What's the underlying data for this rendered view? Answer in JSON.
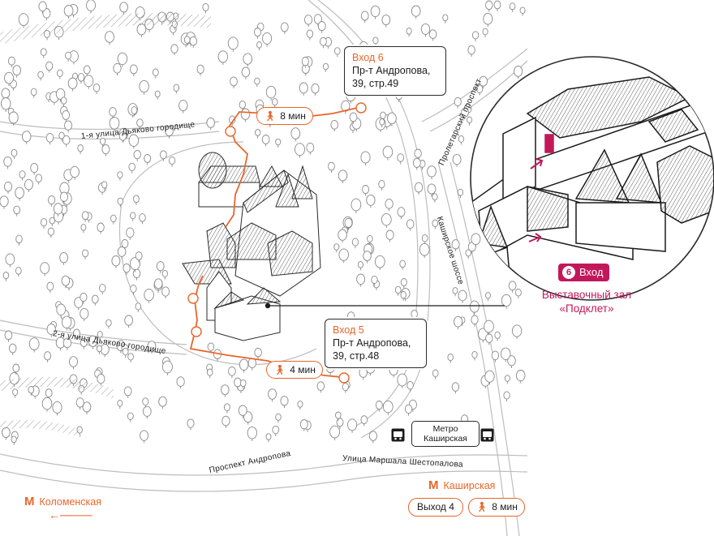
{
  "entrances": [
    {
      "gate": "Вход 6",
      "address_line1": "Пр-т Андропова,",
      "address_line2": "39, стр.49"
    },
    {
      "gate": "Вход 5",
      "address_line1": "Пр-т Андропова,",
      "address_line2": "39, стр.48"
    }
  ],
  "walks": [
    {
      "time": "8 мин",
      "icon": "walking-person-icon"
    },
    {
      "time": "4 мин",
      "icon": "walking-person-icon"
    },
    {
      "time": "8 мин",
      "icon": "walking-person-icon"
    }
  ],
  "streets": {
    "dyakovo1": "1-я улица Дьяково городище",
    "dyakovo2": "2-я улица Дьяково городище",
    "proletarsky": "Пролетарский проспект",
    "kashirskoe": "Каширское шоссе",
    "andropova": "Проспект Андропова",
    "shestopalova": "Улица Маршала Шестопалова"
  },
  "transport": {
    "stop_line1": "Метро",
    "stop_line2": "Каширская",
    "icon": "bus-stop-icon"
  },
  "metro": {
    "kolomenskaya": "Коломенская",
    "kashirskaya": "Каширская",
    "logo": "М",
    "exit_label": "Выход 4"
  },
  "zoom": {
    "entry_number": "6",
    "entry_label": "Вход",
    "hall_line1": "Выставочный зал",
    "hall_line2": "«Подклет»"
  },
  "colors": {
    "route": "#e8662a",
    "accent": "#c2185b",
    "ink": "#1b1b1b"
  }
}
